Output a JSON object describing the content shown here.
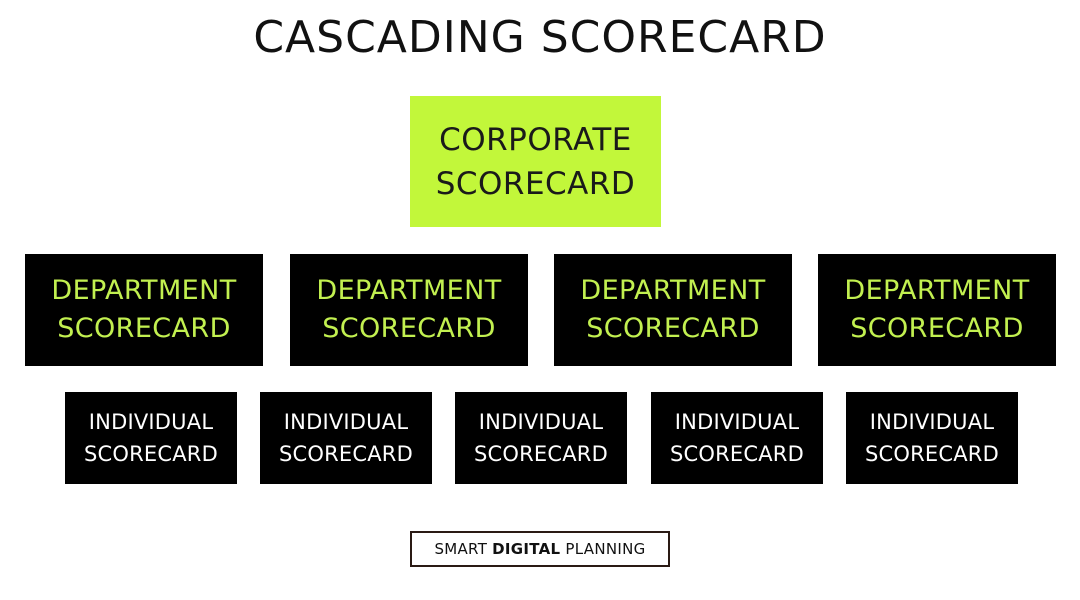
{
  "title": "CASCADING SCORECARD",
  "corporate": {
    "line1": "CORPORATE",
    "line2": "SCORECARD"
  },
  "departments": [
    {
      "line1": "DEPARTMENT",
      "line2": "SCORECARD"
    },
    {
      "line1": "DEPARTMENT",
      "line2": "SCORECARD"
    },
    {
      "line1": "DEPARTMENT",
      "line2": "SCORECARD"
    },
    {
      "line1": "DEPARTMENT",
      "line2": "SCORECARD"
    }
  ],
  "individuals": [
    {
      "line1": "INDIVIDUAL",
      "line2": "SCORECARD"
    },
    {
      "line1": "INDIVIDUAL",
      "line2": "SCORECARD"
    },
    {
      "line1": "INDIVIDUAL",
      "line2": "SCORECARD"
    },
    {
      "line1": "INDIVIDUAL",
      "line2": "SCORECARD"
    },
    {
      "line1": "INDIVIDUAL",
      "line2": "SCORECARD"
    }
  ],
  "brand": {
    "word1": "SMART",
    "word2": "DIGITAL",
    "word3": "PLANNING"
  },
  "colors": {
    "corporate_fill": "#c2f73a",
    "department_fill": "#000000",
    "department_text": "#c2f050",
    "individual_fill": "#000000",
    "individual_text": "#ffffff"
  }
}
